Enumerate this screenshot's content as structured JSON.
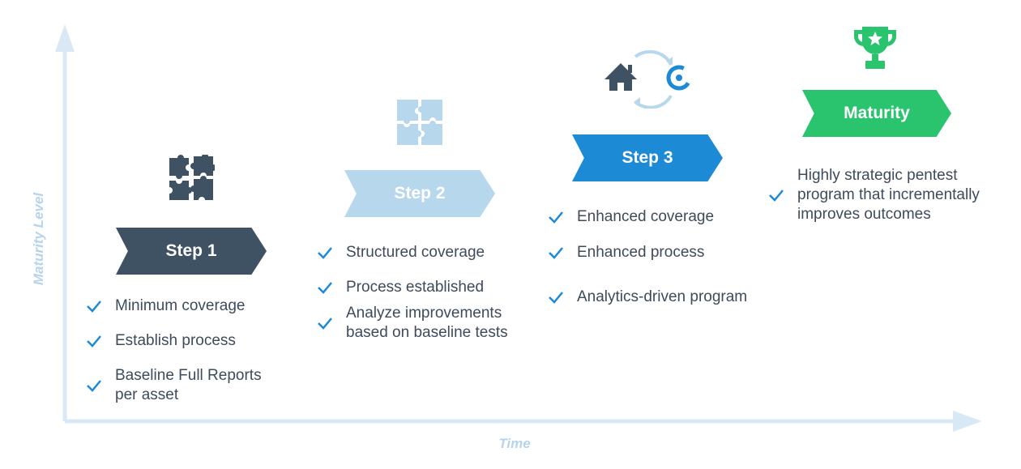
{
  "axes": {
    "y_label": "Maturity Level",
    "x_label": "Time"
  },
  "colors": {
    "axis": "#d8e8f4",
    "step1": "#3f5264",
    "step2": "#b7d7ec",
    "step3": "#1d8ad6",
    "maturity": "#2ac46f",
    "check": "#1d8ad6"
  },
  "steps": [
    {
      "label": "Step 1",
      "icon": "puzzle-pieces-icon",
      "items": [
        "Minimum coverage",
        "Establish process",
        "Baseline Full Reports per asset"
      ]
    },
    {
      "label": "Step 2",
      "icon": "puzzle-assembled-icon",
      "items": [
        "Structured coverage",
        "Process established",
        "Analyze improvements based on baseline tests"
      ]
    },
    {
      "label": "Step 3",
      "icon": "home-cycle-icon",
      "items": [
        "Enhanced coverage",
        "Enhanced process",
        "Analytics-driven program"
      ]
    },
    {
      "label": "Maturity",
      "icon": "trophy-icon",
      "items": [
        "Highly strategic pentest program that incrementally improves outcomes"
      ]
    }
  ]
}
